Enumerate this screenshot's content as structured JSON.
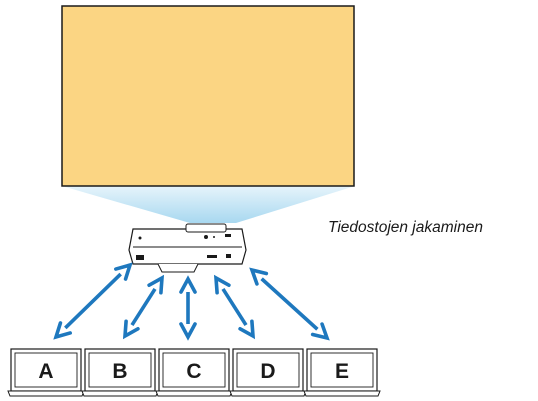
{
  "caption": "Tiedostojen jakaminen",
  "laptops": [
    {
      "label": "A"
    },
    {
      "label": "B"
    },
    {
      "label": "C"
    },
    {
      "label": "D"
    },
    {
      "label": "E"
    }
  ],
  "colors": {
    "screen": "#fbd583",
    "screen_border": "#1a1a1a",
    "light_beam": "#bfe3f3",
    "arrow": "#1e78be",
    "outline": "#1a1a1a"
  },
  "icons": {
    "projector": "projector-icon",
    "laptop": "laptop-icon",
    "arrow": "double-arrow-icon"
  }
}
